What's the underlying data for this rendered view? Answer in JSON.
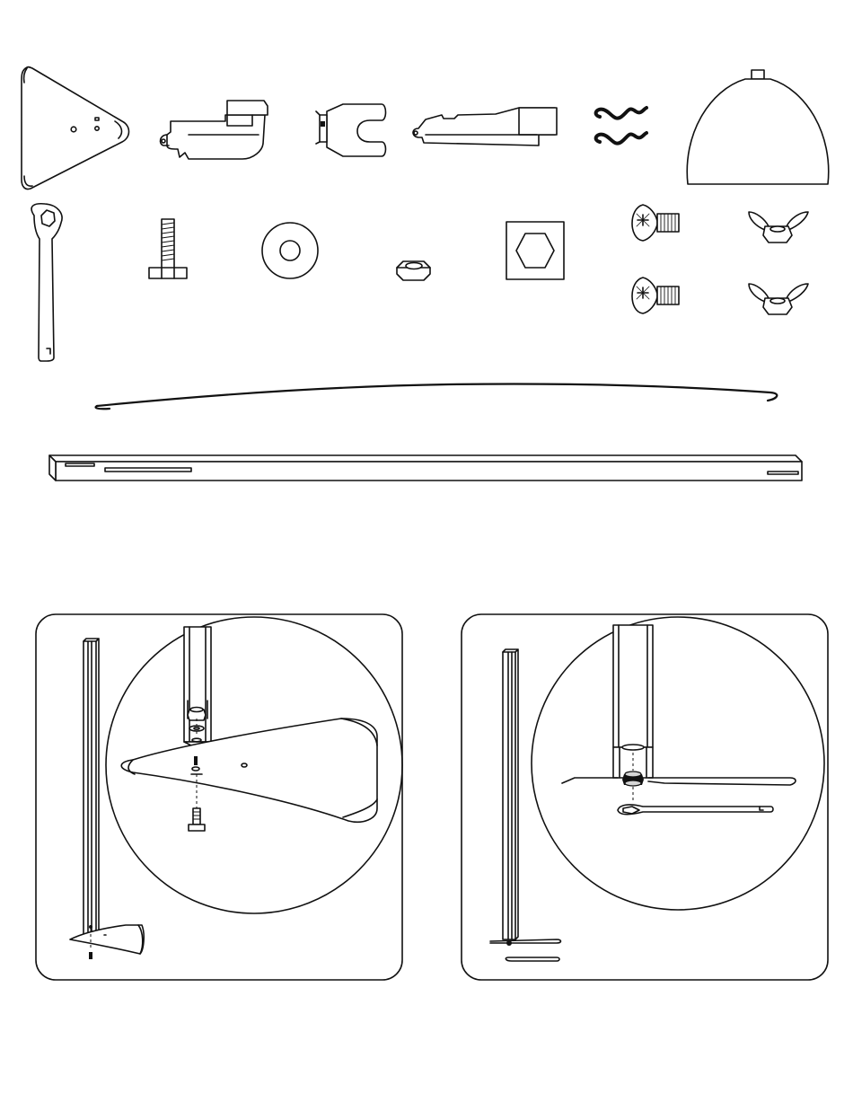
{
  "diagram": {
    "parts": [
      "triangular-base-plate",
      "left-bracket",
      "fork-clip",
      "right-bracket",
      "spring-clips",
      "dome-shade",
      "hex-wrench",
      "hex-bolt",
      "washer",
      "hex-nut",
      "square-hex-nut",
      "flat-head-screws",
      "wing-nuts",
      "curved-wire",
      "long-square-tube"
    ],
    "steps": [
      "step-1-attach-base",
      "step-2-tighten-nut"
    ]
  }
}
